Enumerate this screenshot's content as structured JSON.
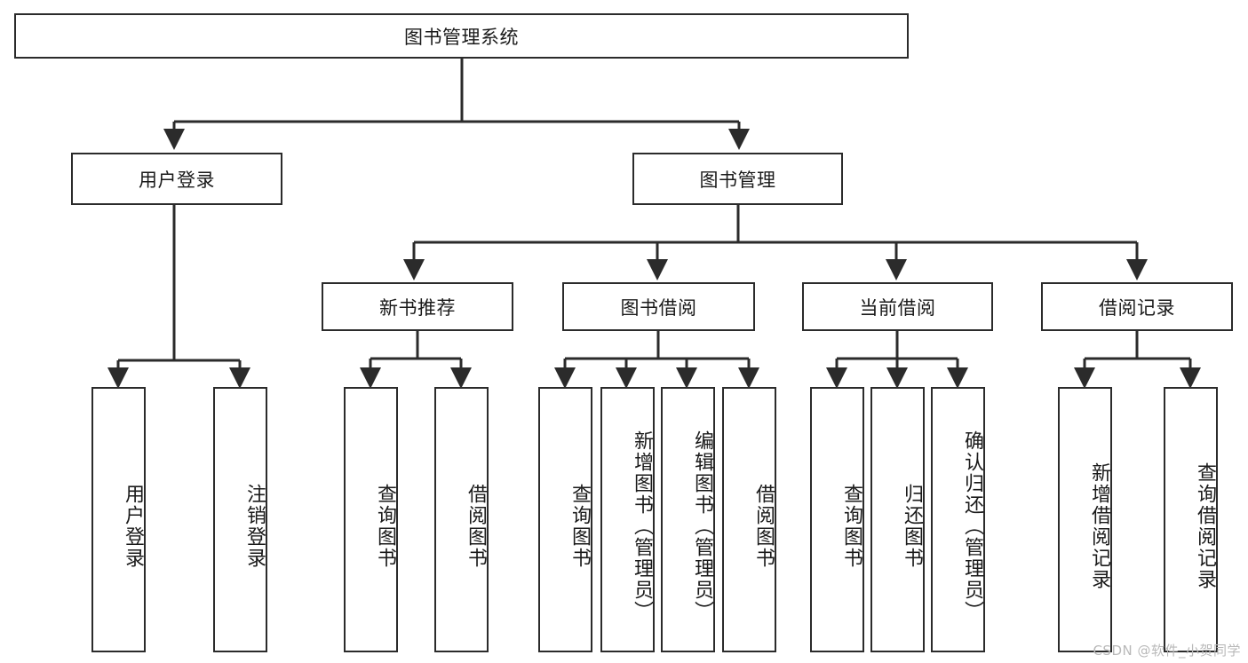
{
  "diagram": {
    "type": "hierarchy-tree",
    "title": "图书管理系统",
    "root": {
      "label": "图书管理系统"
    },
    "level1": [
      {
        "label": "用户登录"
      },
      {
        "label": "图书管理"
      }
    ],
    "level2": [
      {
        "label": "新书推荐"
      },
      {
        "label": "图书借阅"
      },
      {
        "label": "当前借阅"
      },
      {
        "label": "借阅记录"
      }
    ],
    "leaves": {
      "user_login": [
        {
          "label": "用户登录"
        },
        {
          "label": "注销登录"
        }
      ],
      "new_book_recommend": [
        {
          "label": "查询图书"
        },
        {
          "label": "借阅图书"
        }
      ],
      "book_borrow": [
        {
          "label": "查询图书"
        },
        {
          "label": "新增图书（管理员）"
        },
        {
          "label": "编辑图书（管理员）"
        },
        {
          "label": "借阅图书"
        }
      ],
      "current_borrow": [
        {
          "label": "查询图书"
        },
        {
          "label": "归还图书"
        },
        {
          "label": "确认归还（管理员）"
        }
      ],
      "borrow_record": [
        {
          "label": "新增借阅记录"
        },
        {
          "label": "查询借阅记录"
        }
      ]
    },
    "colors": {
      "stroke": "#2b2b2b",
      "fill": "#ffffff",
      "text": "#1a1a1a",
      "watermark": "#b9b9b9"
    }
  },
  "watermark": {
    "text": "CSDN @软件_小贺同学"
  }
}
